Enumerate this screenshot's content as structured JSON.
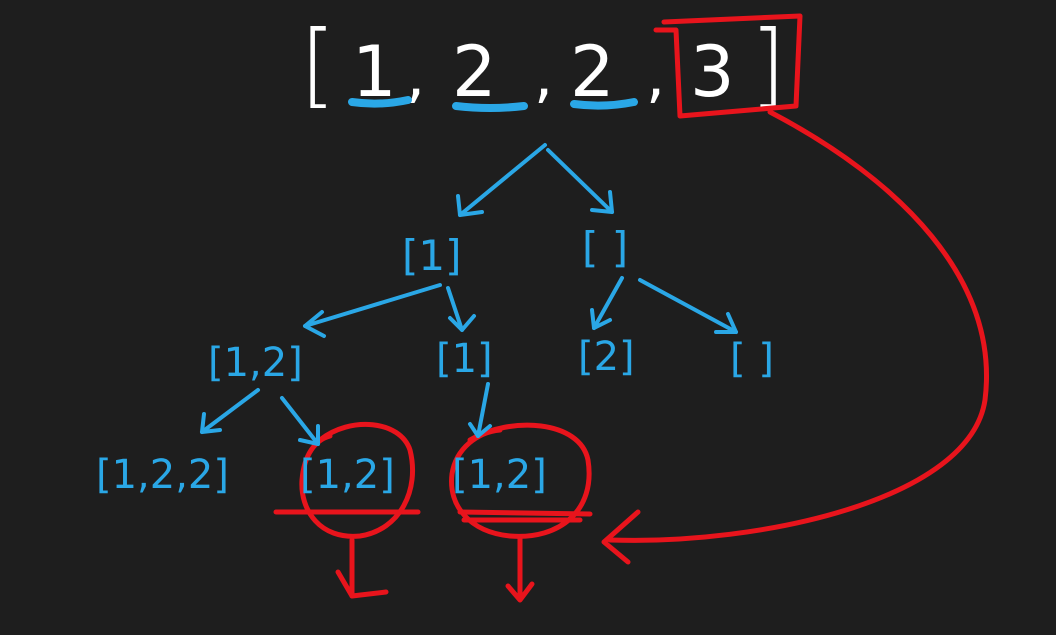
{
  "colors": {
    "background": "#1e1e1e",
    "input": "#ffffff",
    "tree": "#2aa7e6",
    "highlight": "#e8141c"
  },
  "input_array": {
    "open_bracket": "[",
    "close_bracket": "]",
    "elements": [
      "1",
      "2",
      "2",
      "3"
    ],
    "separator": ","
  },
  "tree": {
    "level1": [
      "[1]",
      "[ ]"
    ],
    "level2": [
      "[1,2]",
      "[1]",
      "[2]",
      "[ ]"
    ],
    "level3": [
      "[1,2,2]",
      "[1,2]",
      "[1,2]"
    ]
  }
}
